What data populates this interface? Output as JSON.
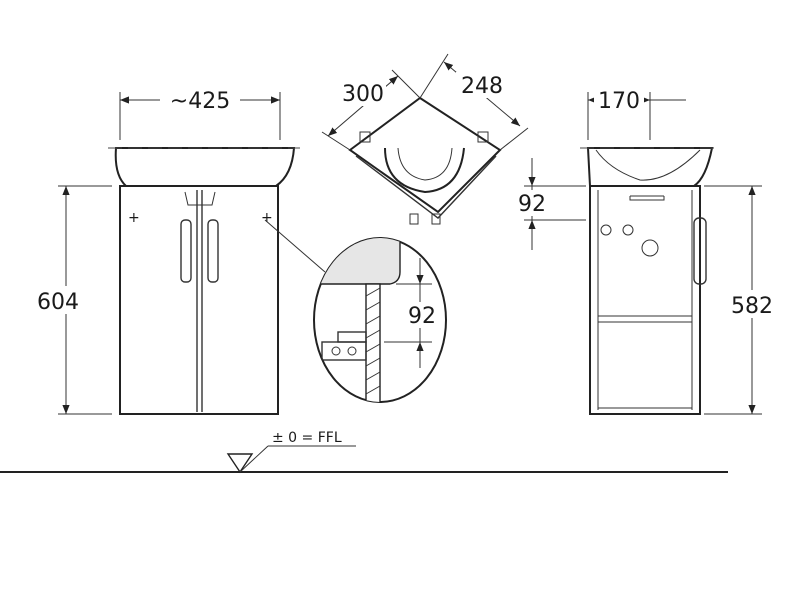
{
  "front_view": {
    "width_label": "~425",
    "height_label": "604"
  },
  "top_view": {
    "side_a_label": "300",
    "side_b_label": "248"
  },
  "detail_view": {
    "offset_label": "92"
  },
  "side_view": {
    "depth_label": "170",
    "top_offset_label": "92",
    "height_label": "582"
  },
  "floor": {
    "level_label": "± 0 = FFL"
  }
}
